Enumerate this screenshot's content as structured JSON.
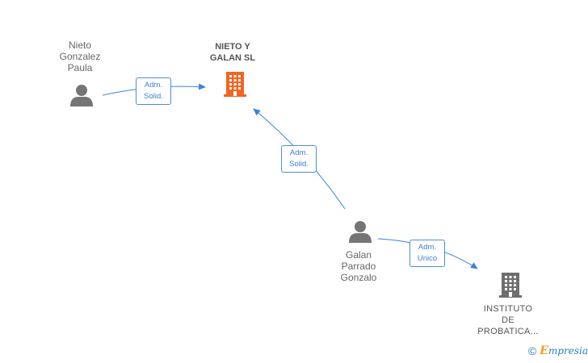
{
  "nodes": {
    "company_main": {
      "name_line1": "NIETO Y",
      "name_line2": "GALAN  SL",
      "color": "#f26522"
    },
    "company_other": {
      "name_line1": "INSTITUTO",
      "name_line2": "DE",
      "name_line3": "PROBATICA...",
      "color": "#6e6e6e"
    },
    "person_paula": {
      "line1": "Nieto",
      "line2": "Gonzalez",
      "line3": "Paula"
    },
    "person_gonzalo": {
      "line1": "Galan",
      "line2": "Parrado",
      "line3": "Gonzalo"
    }
  },
  "edges": {
    "paula_main": {
      "line1": "Adm.",
      "line2": "Solid."
    },
    "gonzalo_main": {
      "line1": "Adm.",
      "line2": "Solid."
    },
    "gonzalo_other": {
      "line1": "Adm.",
      "line2": "Unico"
    }
  },
  "footer": {
    "copyright": "©",
    "brand_first": "E",
    "brand_rest": "mpresia"
  },
  "colors": {
    "edge": "#3b82d6",
    "person_icon": "#757575"
  }
}
